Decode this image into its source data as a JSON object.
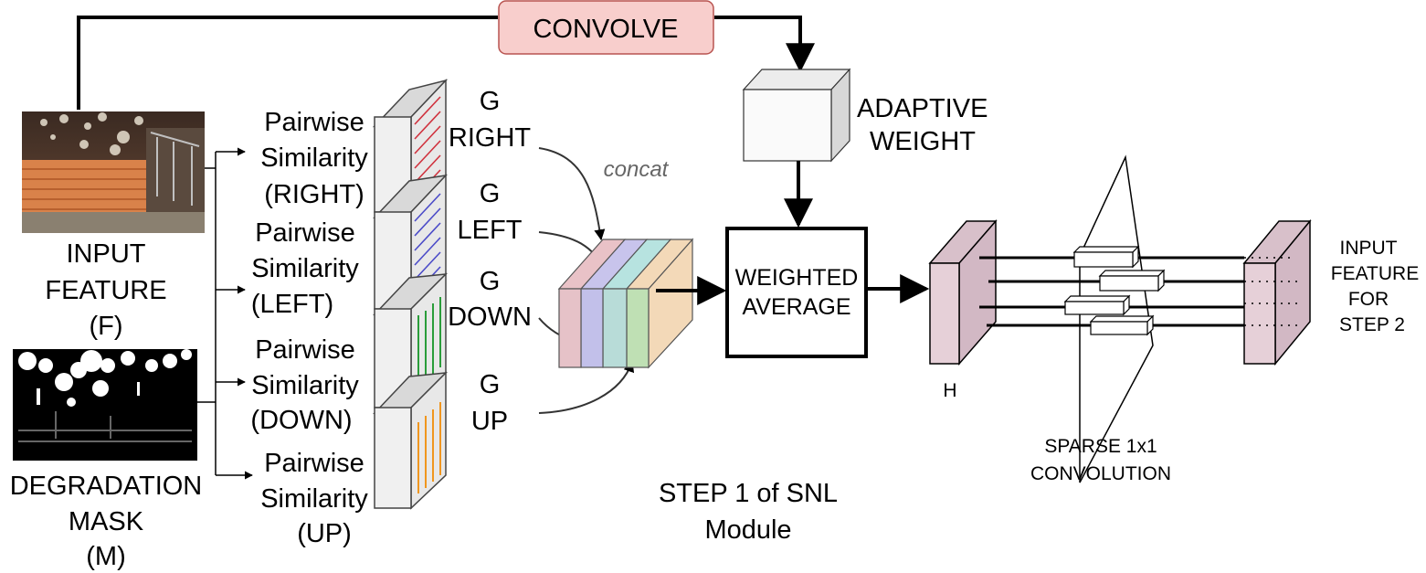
{
  "convolve_label": "CONVOLVE",
  "adaptive_weight": {
    "line1": "ADAPTIVE",
    "line2": "WEIGHT"
  },
  "input_feature": {
    "line1": "INPUT",
    "line2": "FEATURE",
    "line3": "(F)"
  },
  "degradation_mask": {
    "line1": "DEGRADATION",
    "line2": "MASK",
    "line3": "(M)"
  },
  "pairwise": [
    {
      "line1": "Pairwise",
      "line2": "Similarity",
      "line3": "(RIGHT)"
    },
    {
      "line1": "Pairwise",
      "line2": "Similarity",
      "line3": "(LEFT)"
    },
    {
      "line1": "Pairwise",
      "line2": "Similarity",
      "line3": "(DOWN)"
    },
    {
      "line1": "Pairwise",
      "line2": "Similarity",
      "line3": "(UP)"
    }
  ],
  "guidance": [
    {
      "line1": "G",
      "line2": "RIGHT"
    },
    {
      "line1": "G",
      "line2": "LEFT"
    },
    {
      "line1": "G",
      "line2": "DOWN"
    },
    {
      "line1": "G",
      "line2": "UP"
    }
  ],
  "concat_label": "concat",
  "weighted_average": {
    "line1": "WEIGHTED",
    "line2": "AVERAGE"
  },
  "h_label": "H",
  "sparse_conv": {
    "line1": "SPARSE 1x1",
    "line2": "CONVOLUTION"
  },
  "output_feature": {
    "line1": "INPUT",
    "line2": "FEATURE",
    "line3": "FOR",
    "line4": "STEP 2"
  },
  "step_caption": {
    "line1": "STEP 1 of SNL",
    "line2": "Module"
  },
  "colors": {
    "convolve_fill": "#f8cecc",
    "convolve_stroke": "#b85450",
    "arrow_right": "#d0313d",
    "arrow_left": "#4b4bc8",
    "arrow_down": "#2a9d3a",
    "arrow_up": "#f0961e",
    "stair_orange": "#d9824a",
    "h_block": "#e6d0d8"
  }
}
